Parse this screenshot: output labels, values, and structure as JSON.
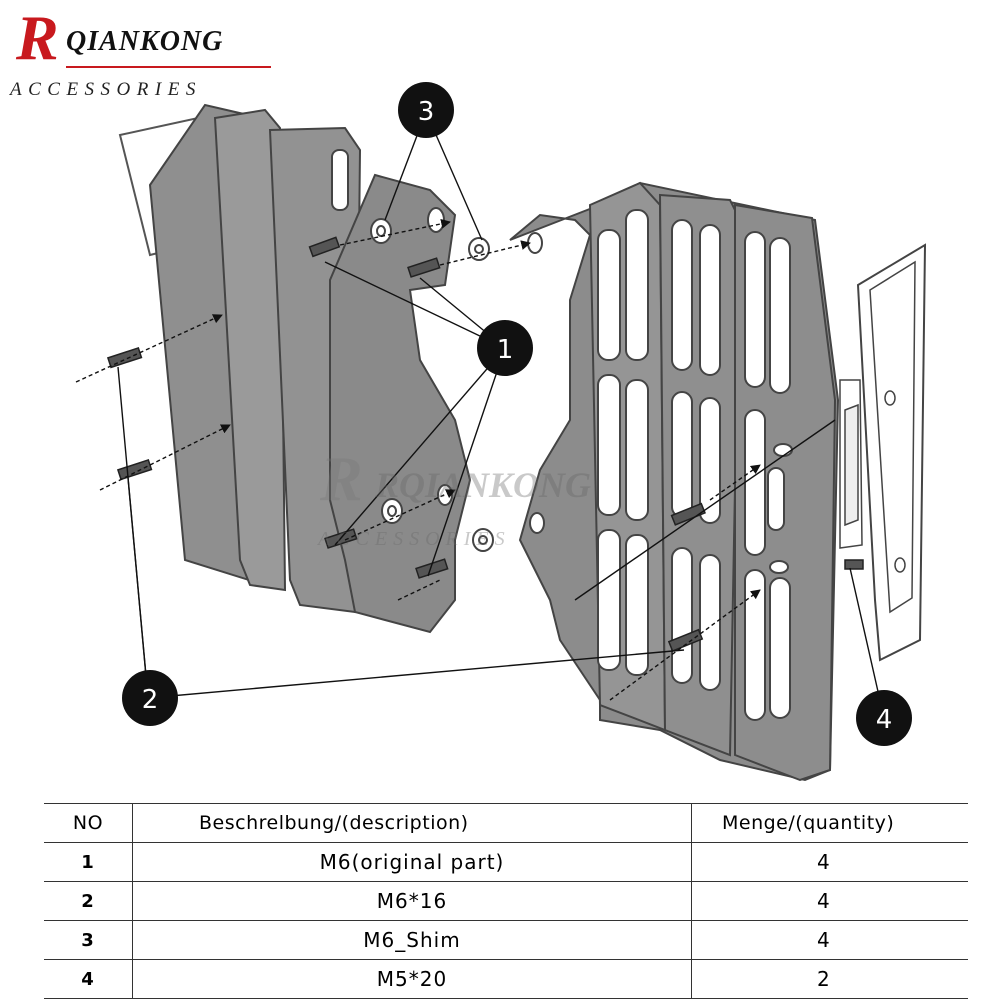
{
  "logo": {
    "initial": "R",
    "name": "QIANKONG",
    "subtitle": "ACCESSORIES"
  },
  "watermark": {
    "text": "RQIANKONG",
    "subtitle": "ACCESSORIES"
  },
  "callouts": [
    {
      "number": "1"
    },
    {
      "number": "2"
    },
    {
      "number": "3"
    },
    {
      "number": "4"
    }
  ],
  "table": {
    "headers": {
      "no": "NO",
      "description": "Beschrelbung/(description)",
      "quantity": "Menge/(quantity)"
    },
    "rows": [
      {
        "no": "1",
        "description": "M6(original part)",
        "quantity": "4"
      },
      {
        "no": "2",
        "description": "M6*16",
        "quantity": "4"
      },
      {
        "no": "3",
        "description": "M6_Shim",
        "quantity": "4"
      },
      {
        "no": "4",
        "description": "M5*20",
        "quantity": "2"
      }
    ]
  },
  "colors": {
    "brand_red": "#c8191e",
    "guard_fill": "#8e8e8e",
    "guard_dark": "#6f6f6f",
    "callout_fill": "#111111"
  }
}
